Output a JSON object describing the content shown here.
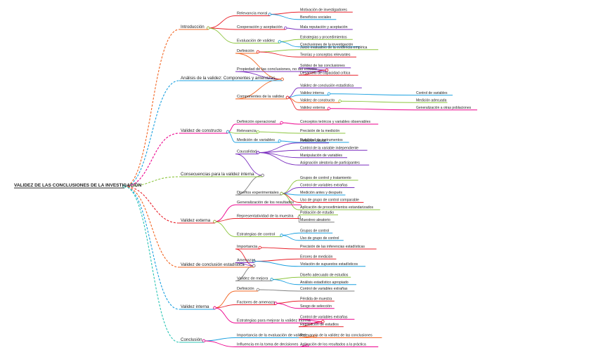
{
  "root": {
    "label": "VALIDEZ DE LAS CONCLUSIONES DE LA INVESTIGACIÓN",
    "children": [
      {
        "label": "Introducción",
        "color": "#f26522",
        "children": [
          {
            "label": "Relevancia moral",
            "color": "#e8202a",
            "children": [
              {
                "label": "Motivación de investigadores",
                "color": "#e8202a"
              },
              {
                "label": "Beneficios sociales",
                "color": "#1aa0e0"
              }
            ]
          },
          {
            "label": "Cooperación y aceptación",
            "color": "#e8202a",
            "children": [
              {
                "label": "Mala reputación y aceptación",
                "color": "#7b2fbf"
              }
            ]
          },
          {
            "label": "Evaluación de validez",
            "color": "#8dc63f",
            "children": [
              {
                "label": "Estrategias y procedimientos",
                "color": "#8dc63f"
              },
              {
                "label": "Conclusiones de la investigación",
                "color": "#1aa0e0"
              }
            ]
          }
        ]
      },
      {
        "label": "Análisis de la validez: Componentes y amenazas",
        "color": "#1aa0e0",
        "children": [
          {
            "label": "Definición",
            "color": "#f26522",
            "children": [
              {
                "label": "Juicio evaluativo de la evidencia empírica",
                "color": "#8dc63f"
              },
              {
                "label": "Teorías y conceptos relevantes",
                "color": "#e8202a"
              }
            ]
          },
          {
            "label": "Propiedad de las conclusiones, no del estudio",
            "color": "#7b2fbf",
            "children": [
              {
                "label": "Solidez de las conclusiones",
                "color": "#7b2fbf"
              },
              {
                "label": "Desarrollo de capacidad crítica",
                "color": "#e8202a"
              }
            ]
          },
          {
            "label": "Componentes de la validez",
            "color": "#f26522",
            "children": [
              {
                "label": "Validez de conclusión estadística",
                "color": "#7b2fbf"
              },
              {
                "label": "Validez interna",
                "color": "#1aa0e0",
                "children": [
                  {
                    "label": "Control de variables",
                    "color": "#1aa0e0"
                  }
                ]
              },
              {
                "label": "Validez de constructo",
                "color": "#f26522",
                "children": [
                  {
                    "label": "Medición adecuada",
                    "color": "#8dc63f"
                  }
                ]
              },
              {
                "label": "Validez externa",
                "color": "#e8202a",
                "children": [
                  {
                    "label": "Generalización a otras poblaciones",
                    "color": "#ec008c"
                  }
                ]
              }
            ]
          }
        ]
      },
      {
        "label": "Validez de constructo",
        "color": "#ec008c",
        "children": [
          {
            "label": "Definición operacional",
            "color": "#ec008c",
            "children": [
              {
                "label": "Conceptos teóricos y variables observables",
                "color": "#ec008c"
              }
            ]
          },
          {
            "label": "Relevancia",
            "color": "#8dc63f",
            "children": [
              {
                "label": "Precisión de la medición",
                "color": "#8dc63f"
              }
            ]
          },
          {
            "label": "Medición de variables",
            "color": "#1aa0e0",
            "children": [
              {
                "label": "Fiabilidad de instrumentos",
                "color": "#1aa0e0"
              }
            ]
          }
        ]
      },
      {
        "label": "Consecuencias para la validez interna",
        "color": "#8dc63f",
        "children": [
          {
            "label": "Causalidad",
            "color": "#7b2fbf",
            "children": [
              {
                "label": "Relación causal",
                "color": "#7b2fbf"
              },
              {
                "label": "Control de la variable independiente",
                "color": "#7b2fbf"
              },
              {
                "label": "Manipulación de variables",
                "color": "#7b2fbf"
              },
              {
                "label": "Asignación aleatoria de participantes",
                "color": "#7b2fbf"
              }
            ]
          },
          {
            "label": "Diseños experimentales",
            "color": "#808080",
            "children": [
              {
                "label": "Grupos de control y tratamiento",
                "color": "#8dc63f"
              },
              {
                "label": "Control de variables extrañas",
                "color": "#7b2fbf"
              },
              {
                "label": "Medición antes y después",
                "color": "#1aa0e0"
              },
              {
                "label": "Uso de grupo de control comparable",
                "color": "#e8202a"
              },
              {
                "label": "Aplicación de procedimientos estandarizados",
                "color": "#8dc63f"
              }
            ]
          }
        ]
      },
      {
        "label": "Validez externa",
        "color": "#e8202a",
        "children": [
          {
            "label": "Generalización de los resultados",
            "color": "#ec008c"
          },
          {
            "label": "Representatividad de la muestra",
            "color": "#e8202a",
            "children": [
              {
                "label": "Población de estudio",
                "color": "#8dc63f"
              },
              {
                "label": "Muestreo aleatorio",
                "color": "#808080"
              }
            ]
          },
          {
            "label": "Estrategias de control",
            "color": "#8dc63f",
            "children": [
              {
                "label": "Grupos de control",
                "color": "#1aa0e0"
              },
              {
                "label": "Uso de grupo de control",
                "color": "#1aa0e0"
              }
            ]
          }
        ]
      },
      {
        "label": "Validez de conclusión estadística",
        "color": "#f26522",
        "children": [
          {
            "label": "Importancia",
            "color": "#e8202a",
            "children": [
              {
                "label": "Precisión de las inferencias estadísticas",
                "color": "#e8202a"
              }
            ]
          },
          {
            "label": "Amenazas",
            "color": "#7b2fbf",
            "children": [
              {
                "label": "Errores de medición",
                "color": "#e8202a"
              },
              {
                "label": "Violación de supuestos estadísticos",
                "color": "#1aa0e0"
              }
            ]
          },
          {
            "label": "Validez de mejora",
            "color": "#808080",
            "children": [
              {
                "label": "Diseño adecuado de estudios",
                "color": "#8dc63f"
              },
              {
                "label": "Análisis estadístico apropiado",
                "color": "#1aa0e0"
              }
            ]
          }
        ]
      },
      {
        "label": "Validez interna",
        "color": "#1aa0e0",
        "children": [
          {
            "label": "Definición",
            "color": "#f26522",
            "children": [
              {
                "label": "Control de variables extrañas",
                "color": "#808080"
              }
            ]
          },
          {
            "label": "Factores de amenaza",
            "color": "#e8202a",
            "children": [
              {
                "label": "Pérdida de muestra",
                "color": "#e8202a"
              },
              {
                "label": "Sesgo de selección",
                "color": "#ec008c"
              }
            ]
          },
          {
            "label": "Estrategias para mejorar la validez interna",
            "color": "#ec008c",
            "children": [
              {
                "label": "Control de variables extrañas",
                "color": "#ec008c"
              },
              {
                "label": "Replicación de estudios",
                "color": "#e8202a"
              }
            ]
          }
        ]
      },
      {
        "label": "Conclusión",
        "color": "#2bc5b4",
        "children": [
          {
            "label": "Importancia de la evaluación de validez",
            "color": "#1aa0e0",
            "children": [
              {
                "label": "Relevancia de la validez de las conclusiones",
                "color": "#f26522"
              }
            ]
          },
          {
            "label": "Influencia en la toma de decisiones",
            "color": "#ec008c",
            "children": [
              {
                "label": "Aplicación de los resultados a la práctica",
                "color": "#ec008c"
              }
            ]
          }
        ]
      }
    ]
  }
}
